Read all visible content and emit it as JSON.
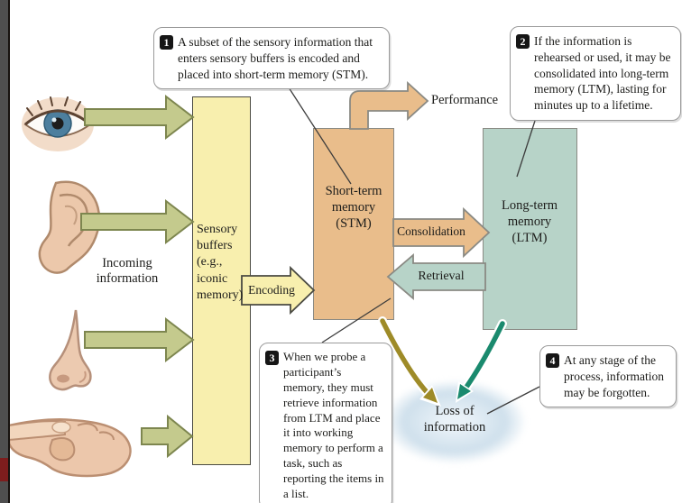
{
  "diagram": {
    "nodes": {
      "incoming_information": "Incoming information",
      "sensory_buffers": "Sensory buffers (e.g., iconic memory)",
      "short_term_memory": "Short-term memory (STM)",
      "long_term_memory": "Long-term memory (LTM)",
      "loss_of_information": "Loss of information"
    },
    "flows": {
      "encoding": "Encoding",
      "performance": "Performance",
      "consolidation": "Consolidation",
      "retrieval": "Retrieval"
    },
    "callouts": [
      {
        "number": "1",
        "text": "A subset of the sensory information that enters sensory buffers is encoded and placed into short-term memory (STM)."
      },
      {
        "number": "2",
        "text": "If the information is rehearsed or used, it may be consolidated into long-term memory (LTM), lasting for minutes up to a lifetime."
      },
      {
        "number": "3",
        "text": "When we probe a participant’s memory, they must retrieve information from LTM and place it into working memory to perform a task, such as reporting the items in a list."
      },
      {
        "number": "4",
        "text": "At any stage of the process, information may be forgotten."
      }
    ],
    "icons": [
      "eye-icon",
      "ear-icon",
      "nose-icon",
      "hand-icon"
    ]
  },
  "colors": {
    "sensory-fill": "#f8efae",
    "sensory-border": "#4a4a42",
    "stm-fill": "#e9bd8b",
    "stm-border": "#8a8a84",
    "ltm-fill": "#b7d3c8",
    "ltm-border": "#8a8a84",
    "green-fill": "#c4ca8d",
    "green-border": "#7d864f",
    "cloud-fill": "#cfe0ec",
    "olive-arrow": "#9e8b28",
    "teal-arrow": "#1a8a6e",
    "callout-border": "#9a9a9a",
    "leader-line": "#3c3c3c",
    "text": "#1d1d1b",
    "frame": "#4f4f4f",
    "frame-red": "#7d1d1d"
  }
}
